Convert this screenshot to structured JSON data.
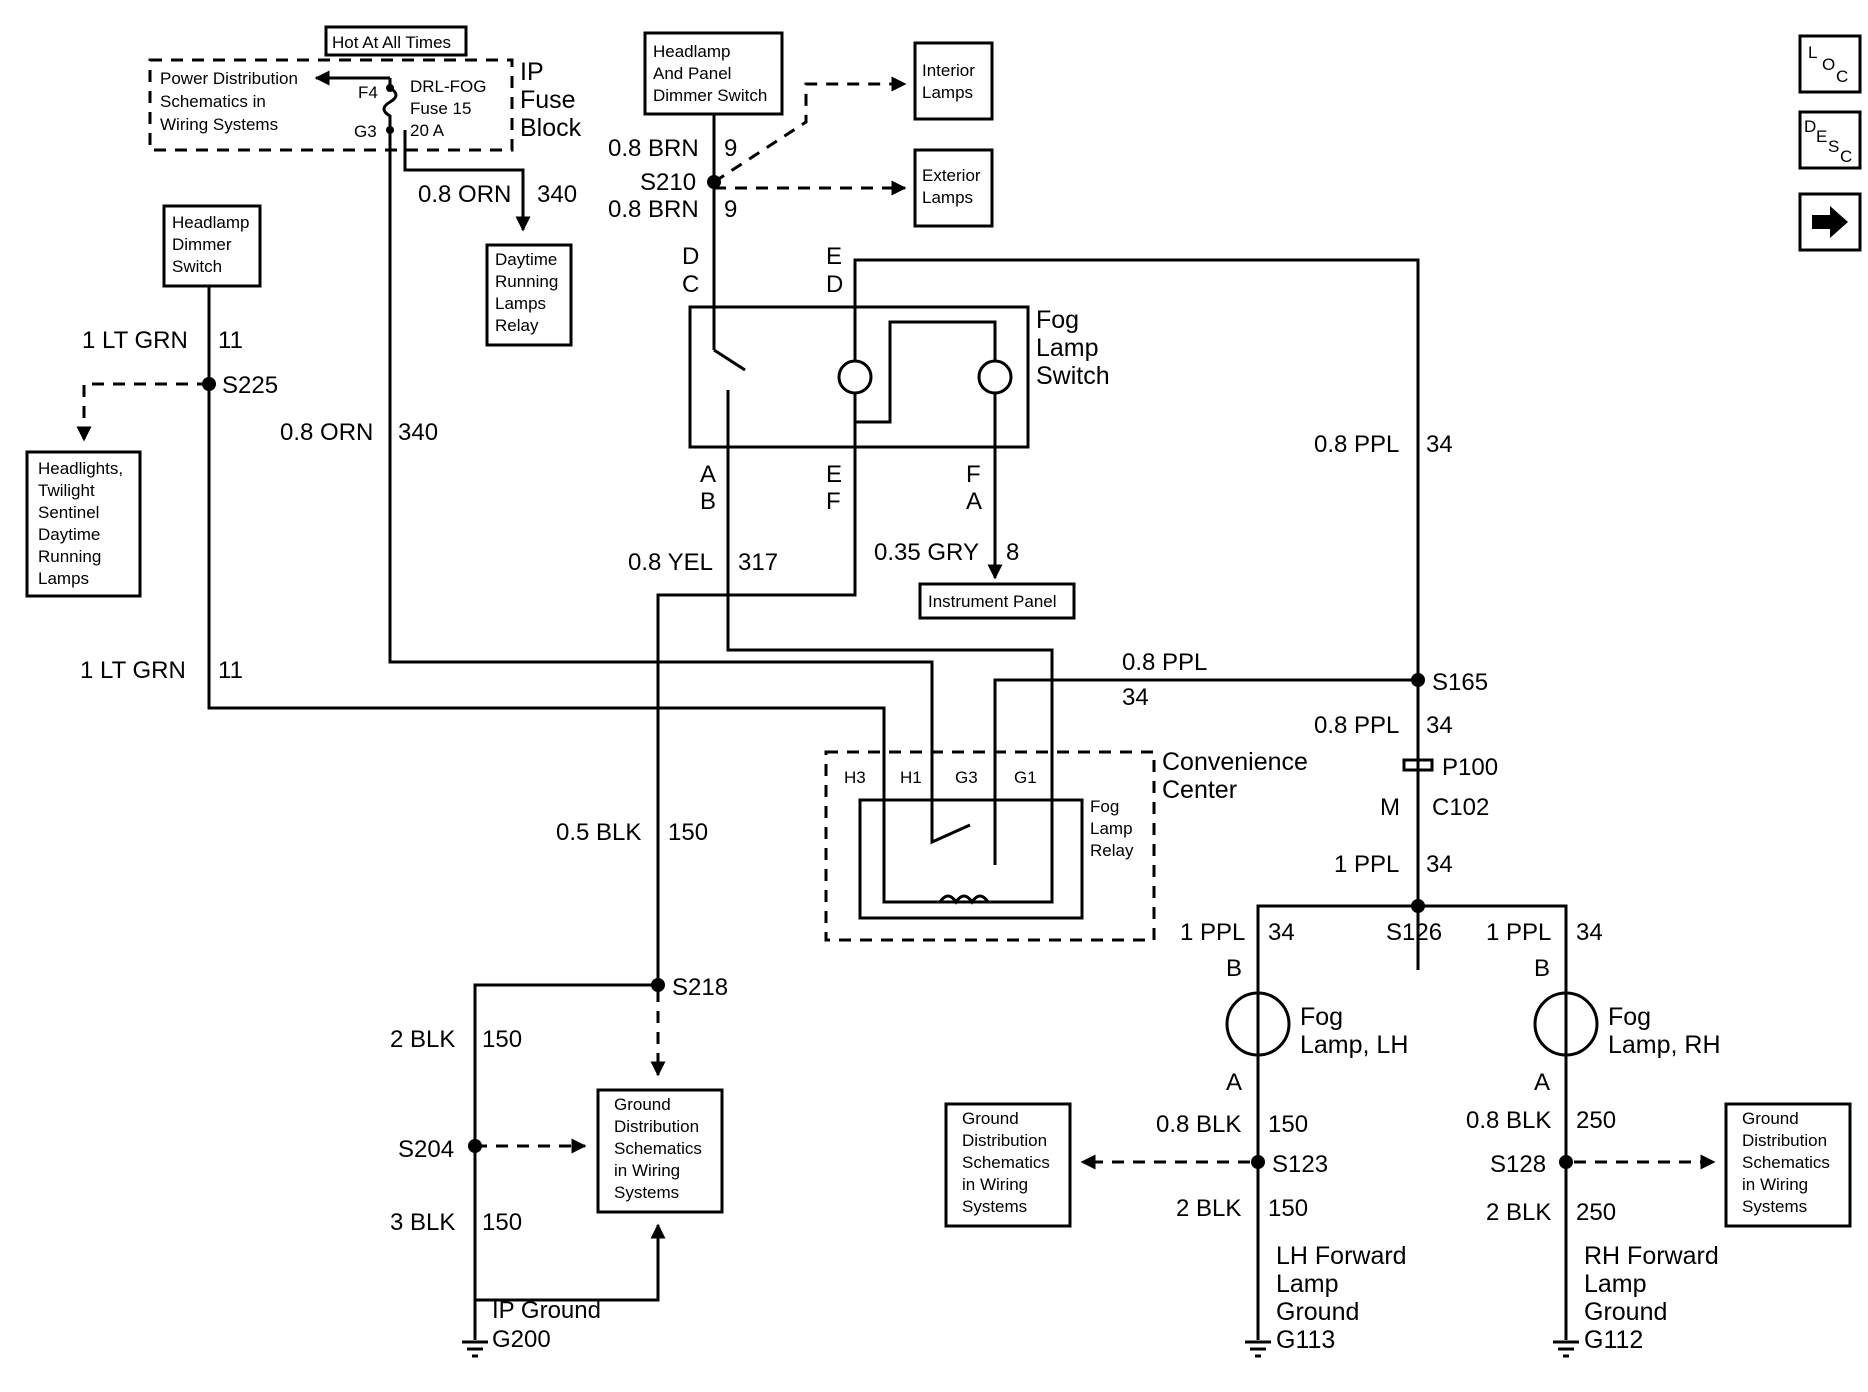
{
  "fuse_block": {
    "hot_label": "Hot At All Times",
    "power_dist": [
      "Power Distribution",
      "Schematics in",
      "Wiring Systems"
    ],
    "pin_f4": "F4",
    "pin_g3": "G3",
    "fuse": [
      "DRL-FOG",
      "Fuse 15",
      "20 A"
    ],
    "name": [
      "IP",
      "Fuse",
      "Block"
    ]
  },
  "boxes": {
    "headlamp_panel_dimmer": [
      "Headlamp",
      "And Panel",
      "Dimmer Switch"
    ],
    "interior_lamps": [
      "Interior",
      "Lamps"
    ],
    "exterior_lamps": [
      "Exterior",
      "Lamps"
    ],
    "drl_relay": [
      "Daytime",
      "Running",
      "Lamps",
      "Relay"
    ],
    "headlamp_dimmer": [
      "Headlamp",
      "Dimmer",
      "Switch"
    ],
    "headlights": [
      "Headlights,",
      "Twilight",
      "Sentinel",
      "Daytime",
      "Running",
      "Lamps"
    ],
    "instrument_panel": "Instrument Panel",
    "ground_dist_center": [
      "Ground",
      "Distribution",
      "Schematics",
      "in Wiring",
      "Systems"
    ],
    "ground_dist_left": [
      "Ground",
      "Distribution",
      "Schematics",
      "in Wiring",
      "Systems"
    ],
    "ground_dist_right": [
      "Ground",
      "Distribution",
      "Schematics",
      "in Wiring",
      "Systems"
    ]
  },
  "components": {
    "fog_switch": [
      "Fog",
      "Lamp",
      "Switch"
    ],
    "convenience_center": [
      "Convenience",
      "Center"
    ],
    "fog_relay": [
      "Fog",
      "Lamp",
      "Relay"
    ],
    "fog_lamp_lh": [
      "Fog",
      "Lamp, LH"
    ],
    "fog_lamp_rh": [
      "Fog",
      "Lamp, RH"
    ],
    "lh_ground": [
      "LH Forward",
      "Lamp",
      "Ground"
    ],
    "rh_ground": [
      "RH Forward",
      "Lamp",
      "Ground"
    ],
    "ip_ground": "IP Ground"
  },
  "relay_pins": {
    "h3": "H3",
    "h1": "H1",
    "g3": "G3",
    "g1": "G1"
  },
  "wires": {
    "brn_a": "0.8 BRN",
    "brn_a_num": "9",
    "brn_b": "0.8 BRN",
    "brn_b_num": "9",
    "orn_a": "0.8 ORN",
    "orn_a_num": "340",
    "orn_b": "0.8 ORN",
    "orn_b_num": "340",
    "ltgrn_a": "1 LT GRN",
    "ltgrn_a_num": "11",
    "ltgrn_b": "1 LT GRN",
    "ltgrn_b_num": "11",
    "ppl_a": "0.8 PPL",
    "ppl_a_num": "34",
    "ppl_b": "0.8 PPL",
    "ppl_b_num": "34",
    "ppl_c": "0.8 PPL",
    "ppl_c_num": "34",
    "ppl_d": "1 PPL",
    "ppl_d_num": "34",
    "ppl_e": "1 PPL",
    "ppl_e_num": "34",
    "ppl_f": "1 PPL",
    "ppl_f_num": "34",
    "yel": "0.8 YEL",
    "yel_num": "317",
    "gry": "0.35 GRY",
    "gry_num": "8",
    "blk_a": "0.5 BLK",
    "blk_a_num": "150",
    "blk_b": "2 BLK",
    "blk_b_num": "150",
    "blk_c": "3 BLK",
    "blk_c_num": "150",
    "blk_d": "0.8 BLK",
    "blk_d_num": "150",
    "blk_e": "2 BLK",
    "blk_e_num": "150",
    "blk_f": "0.8 BLK",
    "blk_f_num": "250",
    "blk_g": "2 BLK",
    "blk_g_num": "250"
  },
  "splices": {
    "s210": "S210",
    "s225": "S225",
    "s165": "S165",
    "s126": "S126",
    "s218": "S218",
    "s204": "S204",
    "s123": "S123",
    "s128": "S128"
  },
  "connectors": {
    "p100": "P100",
    "c102": "C102",
    "m": "M"
  },
  "grounds": {
    "g200": "G200",
    "g113": "G113",
    "g112": "G112"
  },
  "pins": {
    "d1": "D",
    "c1": "C",
    "e1": "E",
    "d2": "D",
    "a1": "A",
    "b1": "B",
    "e2": "E",
    "f1": "F",
    "f2": "F",
    "a2": "A",
    "b_lh": "B",
    "a_lh": "A",
    "b_rh": "B",
    "a_rh": "A"
  },
  "nav": {
    "loc": [
      "L",
      "O",
      "C"
    ],
    "desc": [
      "D",
      "E",
      "S",
      "C"
    ]
  }
}
